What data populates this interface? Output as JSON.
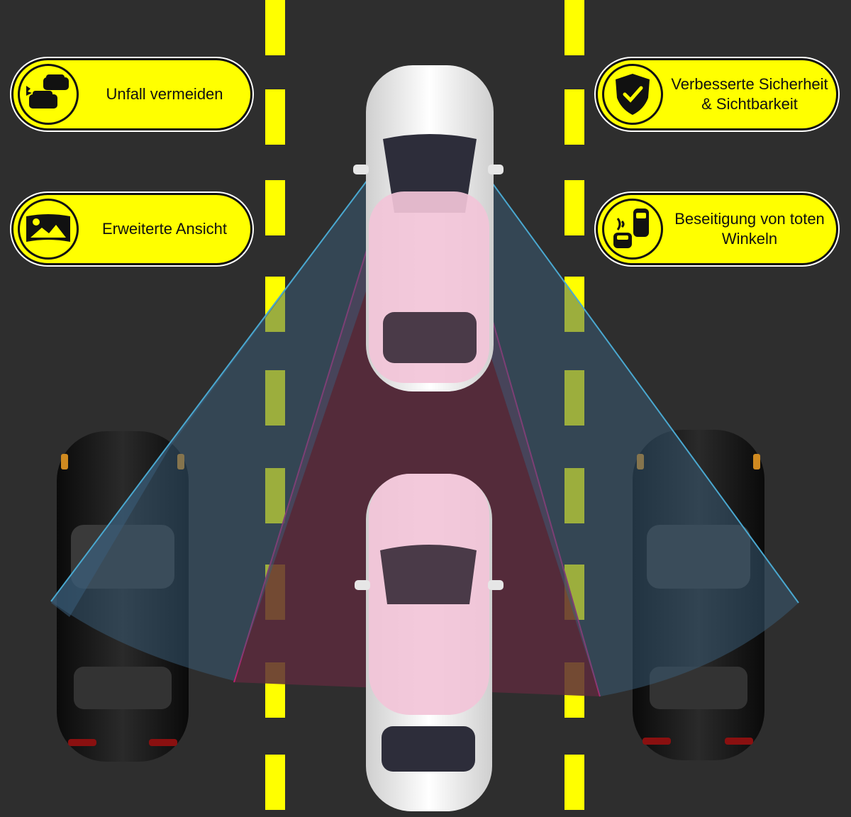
{
  "features": {
    "accident": {
      "label": "Unfall vermeiden",
      "icon": "car-crash-icon"
    },
    "view": {
      "label": "Erweiterte Ansicht",
      "icon": "panorama-image-icon"
    },
    "safety": {
      "label": "Verbesserte Sicherheit\n& Sichtbarkeit",
      "icon": "shield-check-icon"
    },
    "blind_spot": {
      "label": "Beseitigung von toten\nWinkeln",
      "icon": "blind-spot-cars-icon"
    }
  },
  "colors": {
    "road": "#2e2e2e",
    "lane_marking": "#ffff00",
    "badge_fill": "#ffff00",
    "side_view_cone": "#3a5d7a",
    "rear_view_cone": "#5a2a3c",
    "white_car": "#f2f2f2",
    "black_car": "#141414",
    "pink_overlay": "#f2c4d8"
  }
}
